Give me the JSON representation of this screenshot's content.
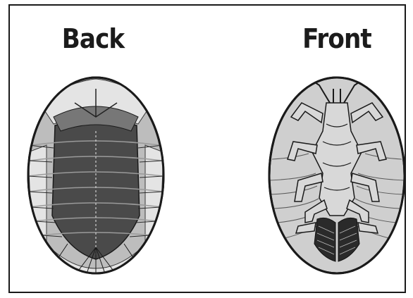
{
  "labels": {
    "back": "Back",
    "front": "Front"
  },
  "icons": {
    "back_view": "isopod-dorsal-view-illustration",
    "front_view": "isopod-ventral-view-illustration"
  },
  "colors": {
    "dorsal_fill": "#4a4a4a",
    "shell_light": "#c8c8c8",
    "ventral_fill": "#cfcfcf",
    "outline": "#1a1a1a",
    "background": "#ffffff"
  }
}
